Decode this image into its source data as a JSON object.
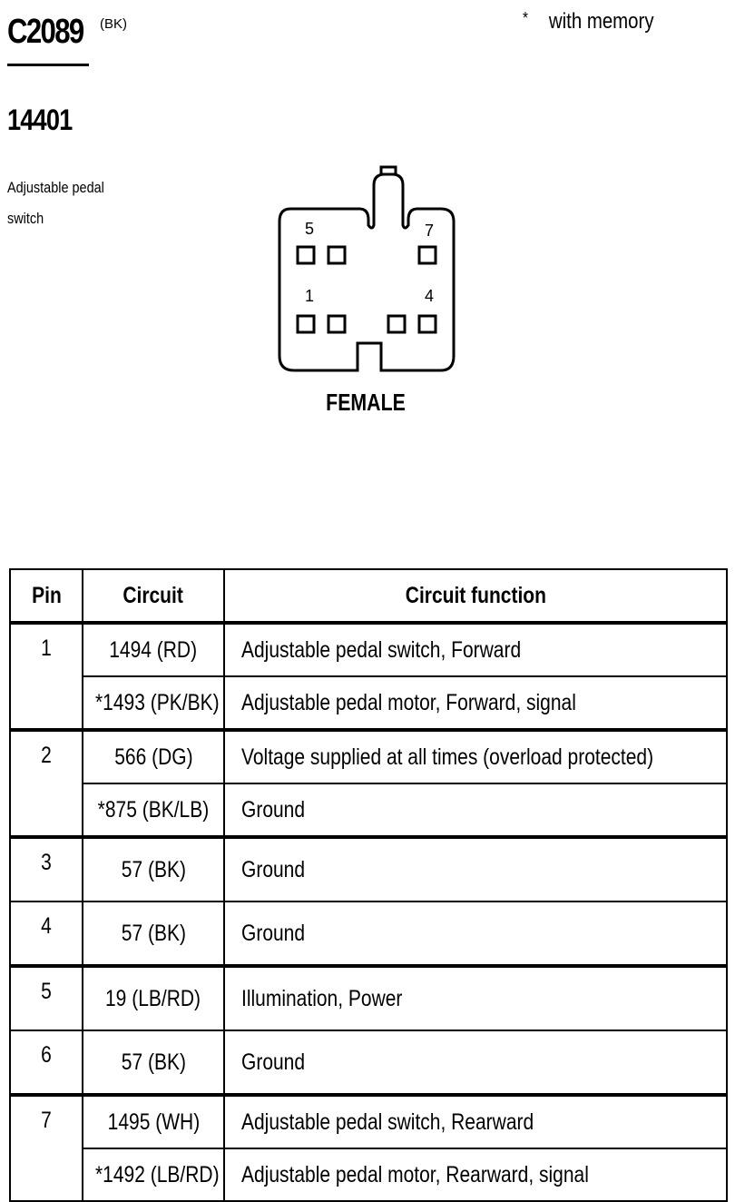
{
  "connector": {
    "id": "C2089",
    "color": "(BK)",
    "part_number": "14401",
    "description_line1": "Adjustable pedal",
    "description_line2": "switch",
    "gender": "FEMALE"
  },
  "note": {
    "symbol": "*",
    "text": "with memory"
  },
  "diagram_pins": {
    "p5": "5",
    "p7": "7",
    "p1": "1",
    "p4": "4"
  },
  "table": {
    "headers": {
      "pin": "Pin",
      "circuit": "Circuit",
      "function": "Circuit function"
    },
    "rows": [
      {
        "pin": "1",
        "circuit": "1494 (RD)",
        "function": "Adjustable pedal switch, Forward"
      },
      {
        "pin": "",
        "circuit": "*1493 (PK/BK)",
        "function": "Adjustable pedal motor, Forward, signal"
      },
      {
        "pin": "2",
        "circuit": "566 (DG)",
        "function": "Voltage supplied at all times (overload protected)"
      },
      {
        "pin": "",
        "circuit": "*875 (BK/LB)",
        "function": "Ground"
      },
      {
        "pin": "3",
        "circuit": "57 (BK)",
        "function": "Ground"
      },
      {
        "pin": "4",
        "circuit": "57 (BK)",
        "function": "Ground"
      },
      {
        "pin": "5",
        "circuit": "19 (LB/RD)",
        "function": "Illumination, Power"
      },
      {
        "pin": "6",
        "circuit": "57 (BK)",
        "function": "Ground"
      },
      {
        "pin": "7",
        "circuit": "1495 (WH)",
        "function": "Adjustable pedal switch, Rearward"
      },
      {
        "pin": "",
        "circuit": "*1492 (LB/RD)",
        "function": "Adjustable pedal motor, Rearward, signal"
      }
    ]
  }
}
